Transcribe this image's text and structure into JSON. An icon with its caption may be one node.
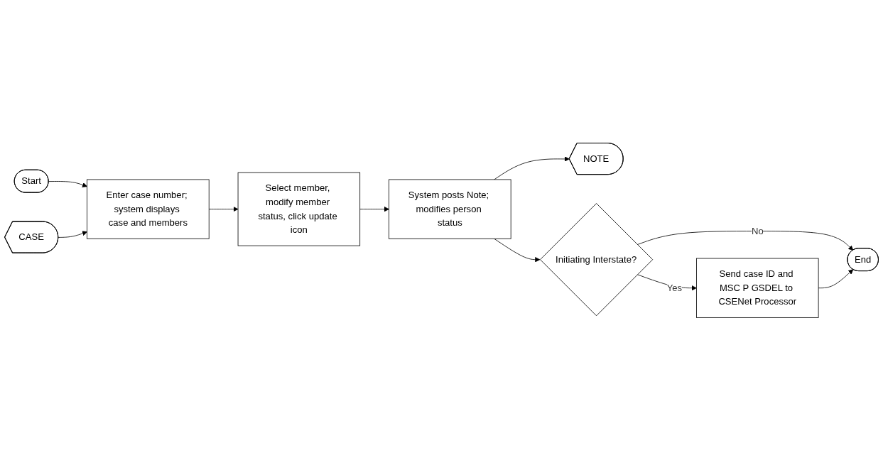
{
  "diagram": {
    "nodes": [
      {
        "text": [
          "Start"
        ]
      },
      {
        "text": [
          "CASE"
        ]
      },
      {
        "text": [
          "Enter case number; system displays case and members"
        ]
      },
      {
        "text": [
          "Select member, modify member status, click update icon"
        ]
      },
      {
        "text": [
          "System posts Note; modifies person status"
        ]
      },
      {
        "text": [
          "NOTE"
        ]
      },
      {
        "text": [
          "Initiating Interstate?"
        ]
      },
      {
        "text": [
          "Send case ID and MSC P GSDEL to CSENet Processor"
        ]
      },
      {
        "text": [
          "End"
        ]
      }
    ],
    "edges": [
      {
        "from": 0,
        "to": 2,
        "arrow": "to"
      },
      {
        "from": 1,
        "to": 2,
        "arrow": "to"
      },
      {
        "from": 2,
        "to": 3,
        "arrow": "to"
      },
      {
        "from": 3,
        "to": 4,
        "arrow": "to"
      },
      {
        "from": 4,
        "to": 5,
        "arrow": "to"
      },
      {
        "from": 4,
        "to": 6,
        "arrow": "to"
      },
      {
        "from": 6,
        "to": 7,
        "label": "Yes",
        "arrow": "to"
      },
      {
        "from": 6,
        "to": 8,
        "label": "No",
        "arrow": "to"
      },
      {
        "from": 7,
        "to": 8,
        "arrow": "to"
      }
    ]
  }
}
